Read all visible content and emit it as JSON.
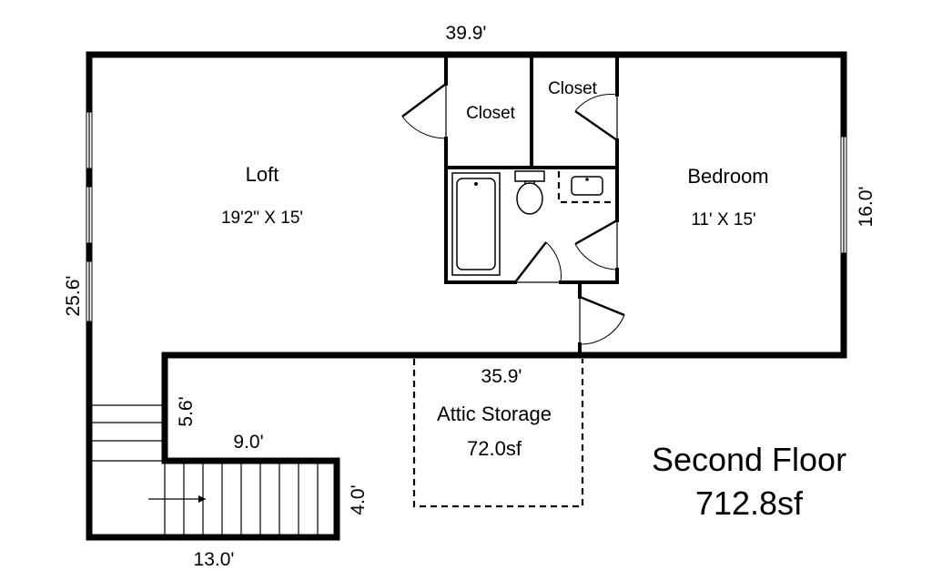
{
  "plan": {
    "title": "Second Floor",
    "total_area": "712.8sf"
  },
  "rooms": {
    "loft": {
      "name": "Loft",
      "size": "19'2\" X 15'"
    },
    "bedroom": {
      "name": "Bedroom",
      "size": "11' X 15'"
    },
    "closet_left": {
      "name": "Closet"
    },
    "closet_right": {
      "name": "Closet"
    },
    "attic": {
      "name": "Attic Storage",
      "area": "72.0sf"
    }
  },
  "dimensions": {
    "top_width": "39.9'",
    "left_height": "25.6'",
    "right_height": "16.0'",
    "lower_wall": "35.9'",
    "stair_wall_vertical": "5.6'",
    "stair_wall_horizontal": "9.0'",
    "stair_end": "4.0'",
    "bottom_width": "13.0'"
  }
}
